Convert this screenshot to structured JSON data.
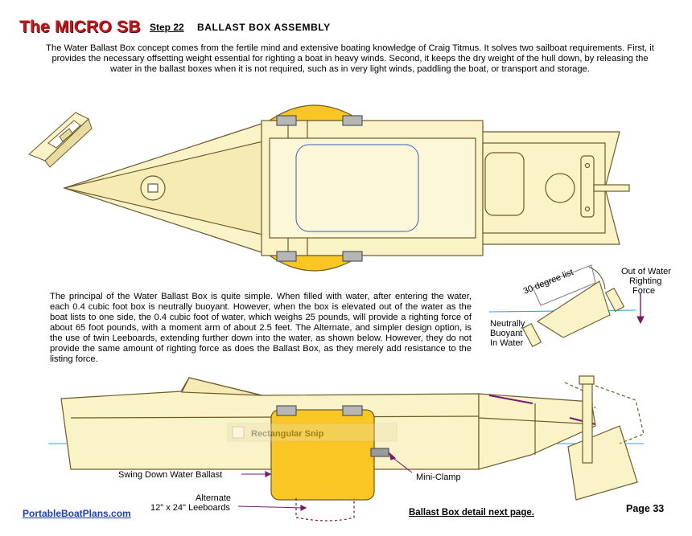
{
  "header": {
    "brand": "The MICRO SB",
    "step": "Step 22",
    "title": "BALLAST  BOX  ASSEMBLY"
  },
  "intro_paragraph": "The Water Ballast Box concept comes from the fertile mind and extensive boating knowledge of Craig Titmus. It solves two sailboat requirements. First, it provides the necessary offsetting weight essential for righting a boat in heavy winds. Second, it keeps the dry weight of the hull down, by releasing the water in the ballast boxes when it is not required, such as in very light winds, paddling the boat, or transport and storage.",
  "principle_paragraph": "The principal of the Water Ballast Box is quite simple. When filled with water, after entering the water, each 0.4 cubic foot box is neutrally buoyant. However, when the box is elevated out of the water as the boat lists to one side, the 0.4 cubic foot of water, which weighs 25 pounds, will provide a righting force of about 65 foot pounds, with a moment arm of about 2.5 feet.  The Alternate, and simpler design option, is the use of twin Leeboards, extending further down into the water, as shown below. However, they do not provide the same amount of righting force as does the Ballast Box, as they merely add resistance to the listing force.",
  "diagram_labels": {
    "list_angle": "30 degree list",
    "out_of_water_1": "Out of Water",
    "out_of_water_2": "Righting",
    "out_of_water_3": "Force",
    "neutral_1": "Neutrally",
    "neutral_2": "Buoyant",
    "neutral_3": "In Water",
    "swing_down": "Swing Down Water Ballast",
    "mini_clamp": "Mini-Clamp",
    "alternate_1": "Alternate",
    "alternate_2": "12\" x 24\" Leeboards",
    "snip_overlay": "Rectangular Snip"
  },
  "footer": {
    "site": "PortableBoatPlans.com",
    "next": "Ballast Box detail next page.",
    "page": "Page  33"
  },
  "colors": {
    "hull_fill": "#fbf3c8",
    "outline": "#6b5a2a",
    "ballast_fill": "#f9c623",
    "water_line": "#3ea0d8",
    "leader": "#7a1a6a",
    "brand": "#c0181e"
  }
}
